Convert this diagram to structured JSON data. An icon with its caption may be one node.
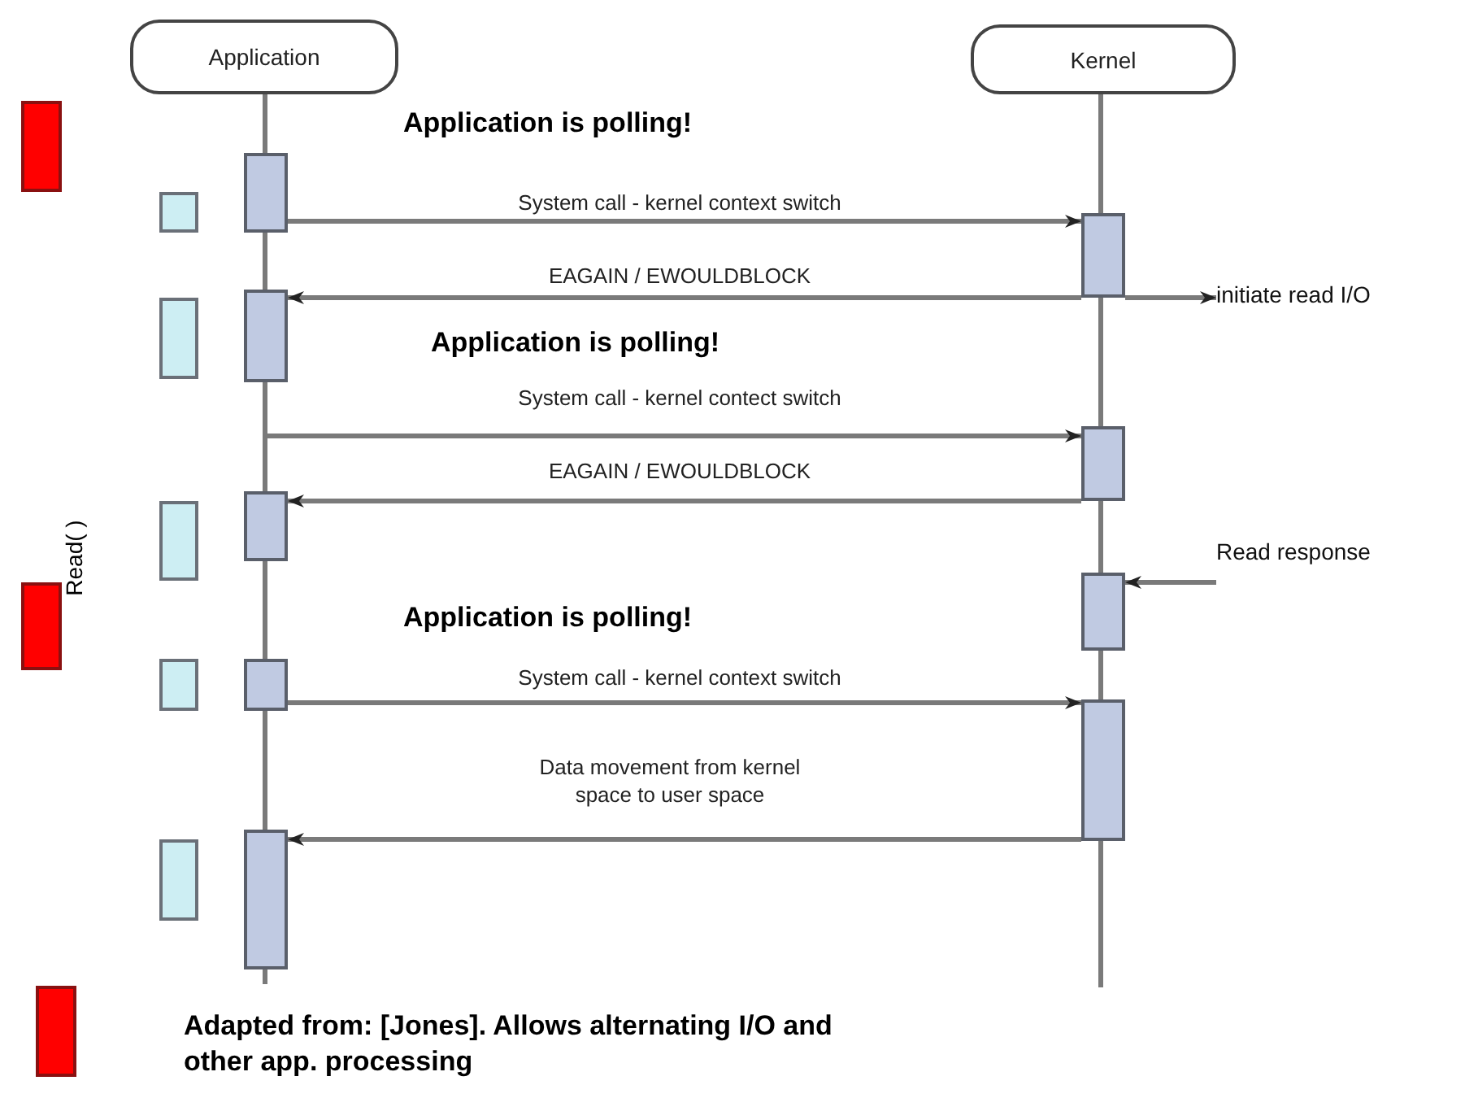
{
  "diagram": {
    "caption": "Adapted from: [Jones]. Allows alternating  I/O and other app. processing",
    "nodes": [
      {
        "text": [
          "Application"
        ]
      },
      {
        "text": [
          "Kernel"
        ]
      },
      {
        "text": [],
        "shape": "bar"
      },
      {
        "text": [],
        "shape": "bar"
      },
      {
        "text": [
          "initiate read I/O"
        ]
      },
      {
        "text": [],
        "shape": "bar"
      },
      {
        "text": [],
        "shape": "bar"
      },
      {
        "text": [],
        "shape": "bar"
      },
      {
        "text": [
          "Read response"
        ]
      },
      {
        "text": [],
        "shape": "bar"
      },
      {
        "text": [],
        "shape": "bar"
      },
      {
        "text": [],
        "shape": "bar"
      },
      {
        "text": [],
        "shape": "bar"
      }
    ],
    "edges": [
      {
        "from": 2,
        "to": 3,
        "arrow": "to",
        "label": "System call - kernel context switch"
      },
      {
        "from": 3,
        "to": 5,
        "arrow": "to",
        "label": "EAGAIN / EWOULDBLOCK"
      },
      {
        "from": 3,
        "to": 4,
        "arrow": "to"
      },
      {
        "from": null,
        "to": 6,
        "arrow": "to",
        "label": "System call - kernel contect switch"
      },
      {
        "from": 6,
        "to": 7,
        "arrow": "to",
        "label": "EAGAIN / EWOULDBLOCK"
      },
      {
        "from": 8,
        "to": 9,
        "arrow": "to"
      },
      {
        "from": 10,
        "to": 11,
        "arrow": "to",
        "label": "System call - kernel context switch"
      },
      {
        "from": 11,
        "to": 12,
        "arrow": "to",
        "label": "Data movement from kernel space to user space"
      }
    ],
    "labels": [
      "Application is polling!",
      "Application is polling!",
      "Read( )",
      "Application is polling!"
    ]
  }
}
